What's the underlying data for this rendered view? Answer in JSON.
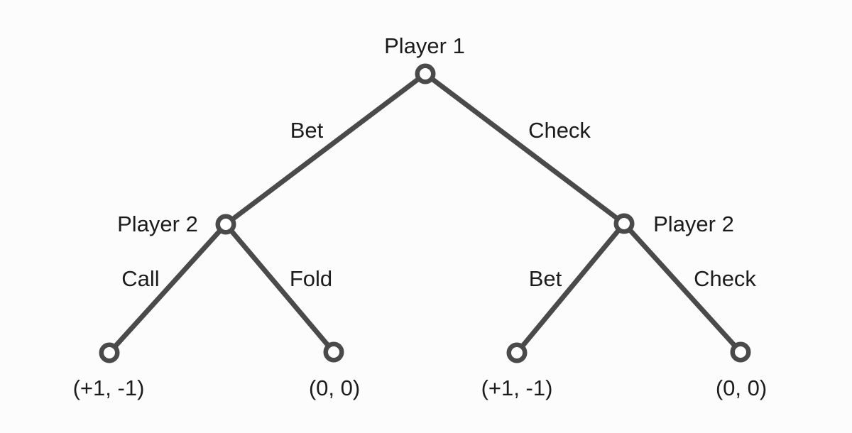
{
  "diagram": {
    "type": "game-tree",
    "colors": {
      "background": "#fcfcfc",
      "edge": "#4a4a4a",
      "node_fill": "#ffffff",
      "node_stroke": "#4a4a4a",
      "text": "#1c1c1c"
    },
    "nodes": {
      "root": {
        "label": "Player 1"
      },
      "left_decision": {
        "label": "Player 2"
      },
      "right_decision": {
        "label": "Player 2"
      },
      "leaf_bet_call": {
        "payoff": "(+1, -1)"
      },
      "leaf_bet_fold": {
        "payoff": "(0, 0)"
      },
      "leaf_check_bet": {
        "payoff": "(+1, -1)"
      },
      "leaf_check_check": {
        "payoff": "(0, 0)"
      }
    },
    "edges": {
      "bet": {
        "label": "Bet"
      },
      "check": {
        "label": "Check"
      },
      "call": {
        "label": "Call"
      },
      "fold": {
        "label": "Fold"
      },
      "bet2": {
        "label": "Bet"
      },
      "check2": {
        "label": "Check"
      }
    }
  }
}
